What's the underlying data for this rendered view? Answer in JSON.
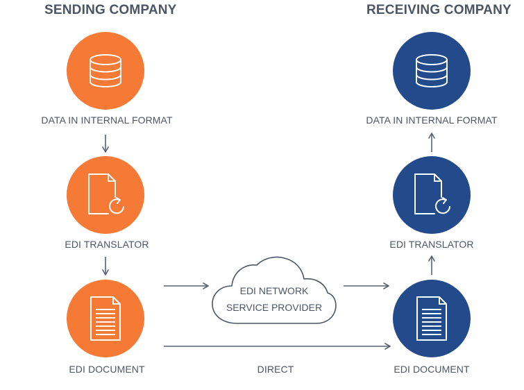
{
  "headings": {
    "sending": "SENDING COMPANY",
    "receiving": "RECEIVING COMPANY"
  },
  "sending": {
    "data_label": "DATA IN INTERNAL FORMAT",
    "translator_label": "EDI TRANSLATOR",
    "document_label": "EDI DOCUMENT"
  },
  "receiving": {
    "data_label": "DATA IN INTERNAL FORMAT",
    "translator_label": "EDI TRANSLATOR",
    "document_label": "EDI DOCUMENT"
  },
  "network": {
    "line1": "EDI NETWORK",
    "line2": "SERVICE PROVIDER"
  },
  "direct_label": "DIRECT",
  "colors": {
    "sending": "#f47a35",
    "receiving": "#234b8c",
    "text": "#4d5563",
    "arrow": "#5a6270"
  },
  "icons": {
    "data": "database-icon",
    "translator": "document-refresh-icon",
    "document": "document-lines-icon"
  }
}
